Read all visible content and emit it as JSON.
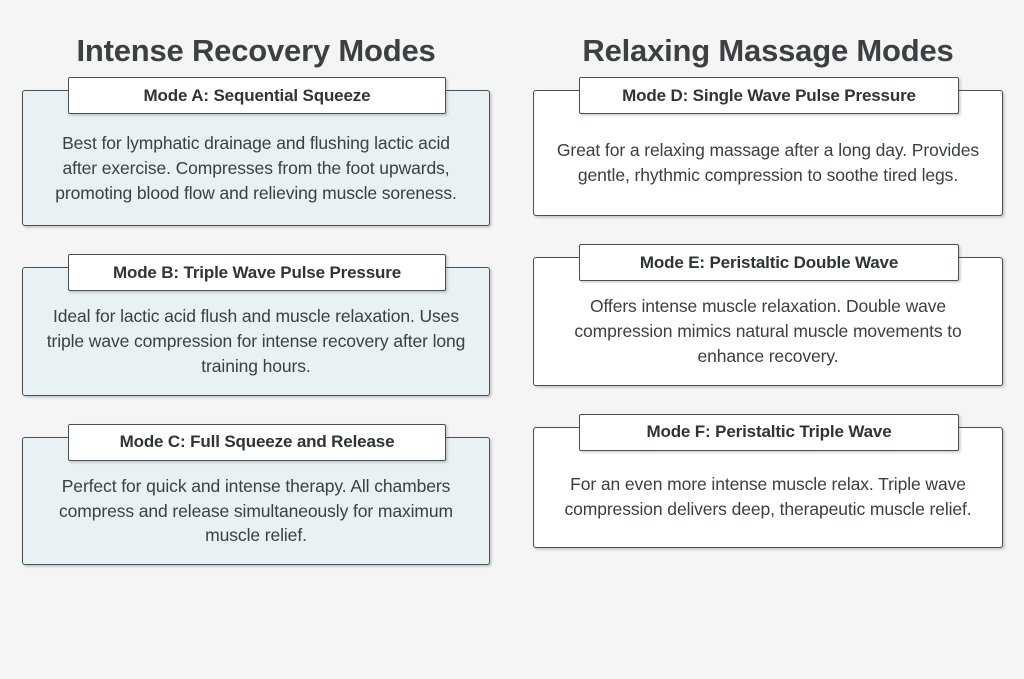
{
  "background_color": "#f5f5f5",
  "columns": [
    {
      "id": "intense-recovery",
      "title": "Intense Recovery Modes",
      "card_fill": "#e8f1f3",
      "cards": [
        {
          "header": "Mode A: Sequential Squeeze",
          "description": "Best for lymphatic drainage and flushing lactic acid after exercise. Compresses from the foot upwards, promoting blood flow and relieving muscle soreness."
        },
        {
          "header": "Mode B: Triple Wave Pulse Pressure",
          "description": "Ideal for lactic acid flush and muscle relaxation. Uses triple wave compression for intense recovery after long training hours."
        },
        {
          "header": "Mode C: Full Squeeze and Release",
          "description": "Perfect for quick and intense therapy. All chambers compress and release simultaneously for maximum muscle relief."
        }
      ]
    },
    {
      "id": "relaxing-massage",
      "title": "Relaxing Massage Modes",
      "card_fill": "#ffffff",
      "cards": [
        {
          "header": "Mode D: Single Wave Pulse Pressure",
          "description": "Great for a relaxing massage after a long day. Provides gentle, rhythmic compression to soothe tired legs."
        },
        {
          "header": "Mode E: Peristaltic Double Wave",
          "description": "Offers intense muscle relaxation. Double wave compression mimics natural muscle movements to enhance recovery."
        },
        {
          "header": "Mode F: Peristaltic Triple Wave",
          "description": "For an even more intense muscle relax. Triple wave compression delivers deep, therapeutic muscle relief."
        }
      ]
    }
  ]
}
